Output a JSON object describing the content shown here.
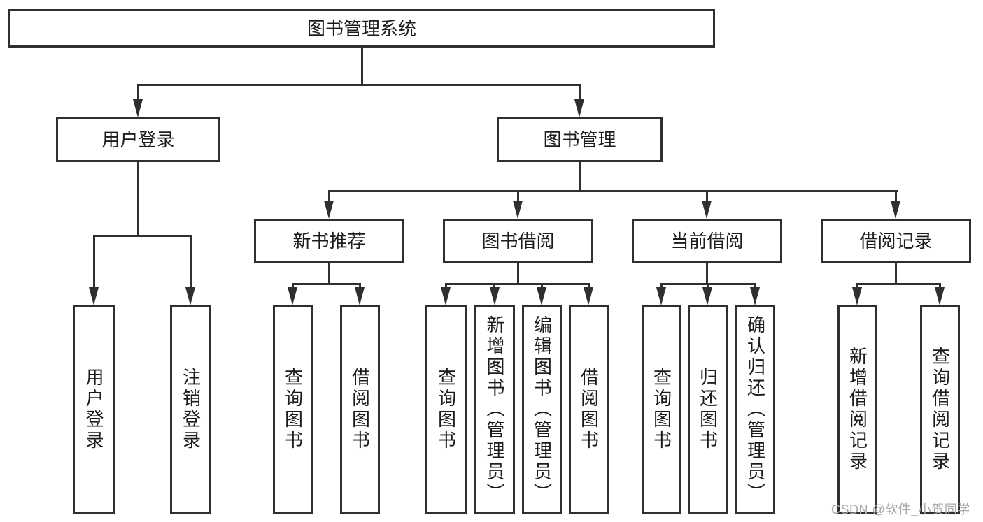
{
  "diagram": {
    "root": {
      "label": "图书管理系统"
    },
    "level2": [
      {
        "label": "用户登录"
      },
      {
        "label": "图书管理"
      }
    ],
    "level3": [
      {
        "label": "新书推荐"
      },
      {
        "label": "图书借阅"
      },
      {
        "label": "当前借阅"
      },
      {
        "label": "借阅记录"
      }
    ],
    "leaves": {
      "user_login": [
        {
          "label": "用户登录"
        },
        {
          "label": "注销登录"
        }
      ],
      "new_book": [
        {
          "label": "查询图书"
        },
        {
          "label": "借阅图书"
        }
      ],
      "book_borrow": [
        {
          "label": "查询图书"
        },
        {
          "label": "新增图书（管理员）"
        },
        {
          "label": "编辑图书（管理员）"
        },
        {
          "label": "借阅图书"
        }
      ],
      "current_borrow": [
        {
          "label": "查询图书"
        },
        {
          "label": "归还图书"
        },
        {
          "label": "确认归还（管理员）"
        }
      ],
      "records": [
        {
          "label": "新增借阅记录"
        },
        {
          "label": "查询借阅记录"
        }
      ]
    }
  },
  "watermark": {
    "text": "CSDN @软件_小贺同学"
  },
  "colors": {
    "line": "#2f2f2f",
    "text": "#1c1c1c",
    "watermark": "#a8a8a8",
    "background": "#ffffff"
  }
}
